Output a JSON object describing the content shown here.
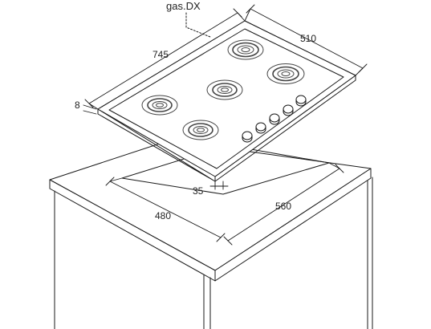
{
  "labels": {
    "gas_connection": "gas.DX",
    "depth": "745",
    "width": "510",
    "thickness": "8",
    "offset": "35",
    "cutout_depth": "480",
    "cutout_width": "560"
  },
  "colors": {
    "line": "#1a1a1a",
    "burner_ring": "#444444",
    "background": "#ffffff"
  }
}
